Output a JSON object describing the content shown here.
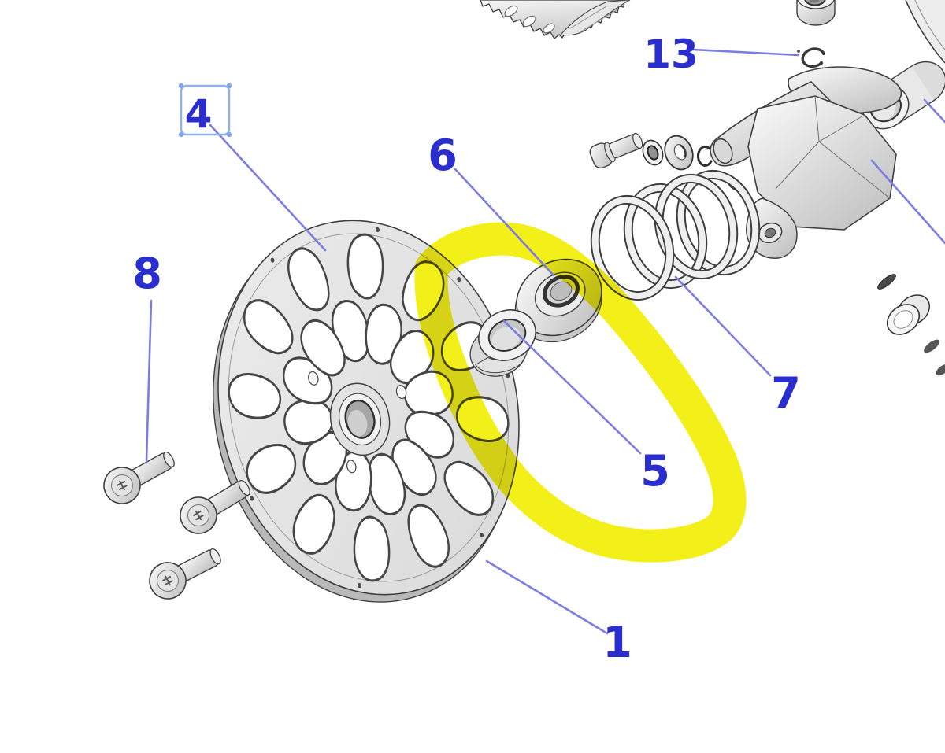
{
  "diagram": {
    "kind": "exploded-parts-diagram",
    "background_color": "#ffffff",
    "label_color": "#2b2ecf",
    "leader_line_color": "#7b7de2",
    "highlight_color": "#f2ee00",
    "selection_box_color": "#8fb2ef",
    "callouts": [
      {
        "label": "4",
        "boxed": true
      },
      {
        "label": "8",
        "boxed": false
      },
      {
        "label": "6",
        "boxed": false
      },
      {
        "label": "13",
        "boxed": false
      },
      {
        "label": "7",
        "boxed": false
      },
      {
        "label": "5",
        "boxed": false
      },
      {
        "label": "1",
        "boxed": false
      }
    ]
  }
}
